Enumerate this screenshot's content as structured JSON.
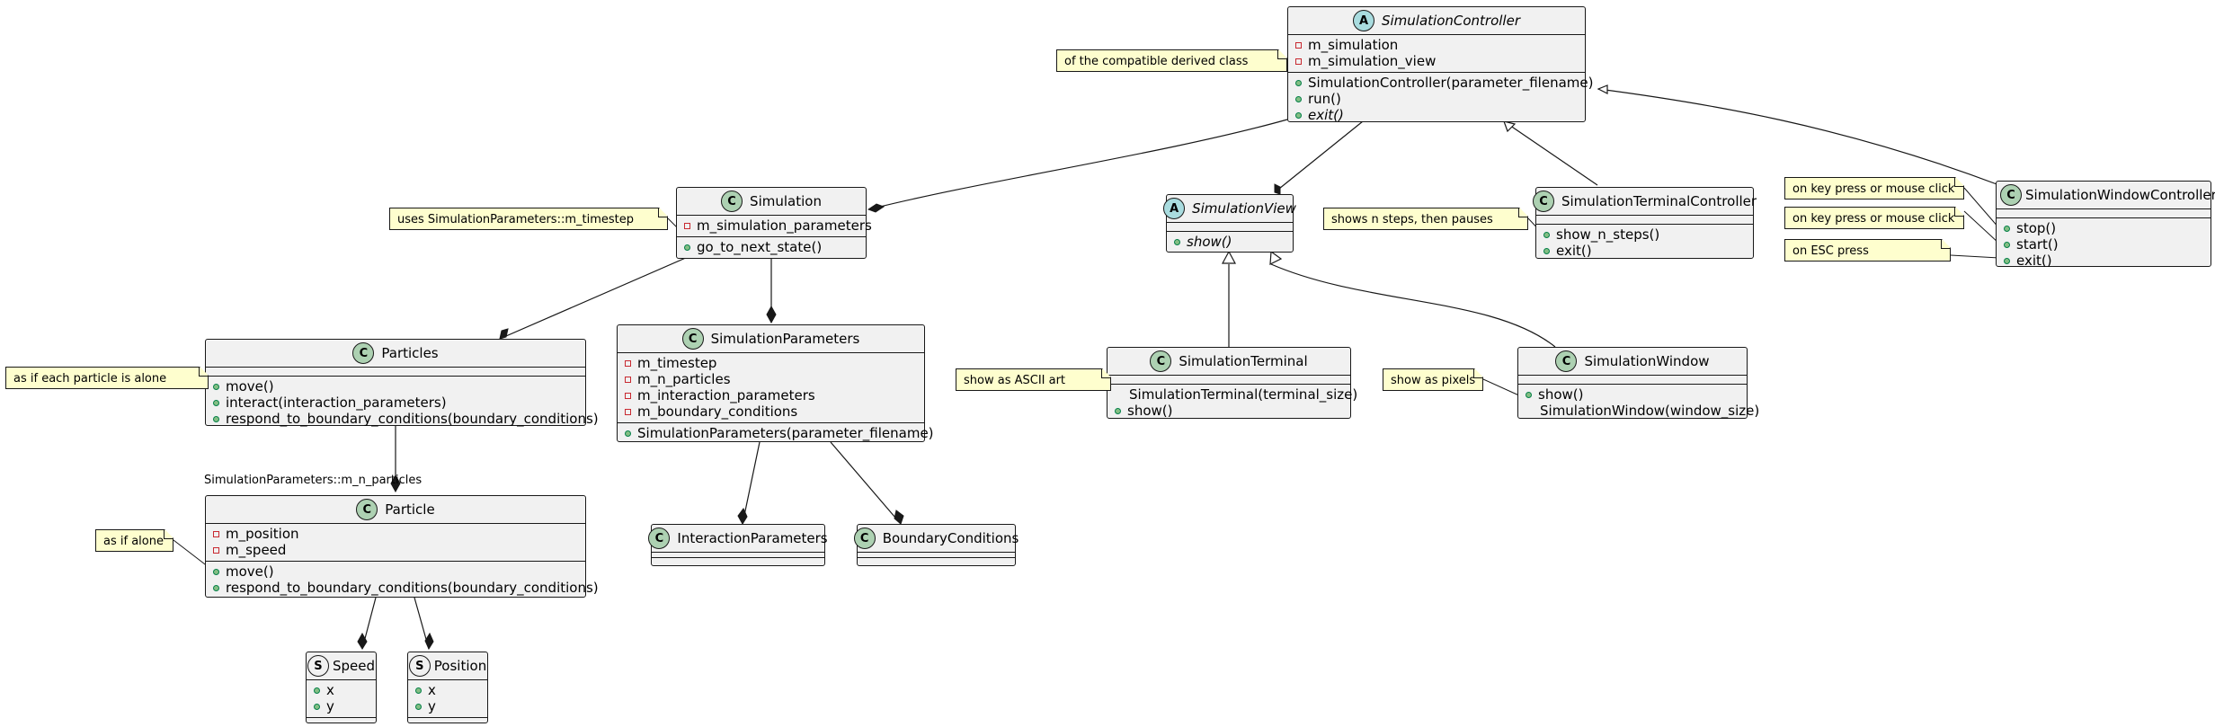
{
  "classes": {
    "simulation_controller": {
      "name": "SimulationController",
      "badge": "A",
      "fields": [
        "m_simulation",
        "m_simulation_view"
      ],
      "methods": [
        "SimulationController(parameter_filename)",
        "run()",
        "exit()"
      ]
    },
    "simulation": {
      "name": "Simulation",
      "badge": "C",
      "fields": [
        "m_simulation_parameters"
      ],
      "methods": [
        "go_to_next_state()"
      ]
    },
    "simulation_view": {
      "name": "SimulationView",
      "badge": "A",
      "methods": [
        "show()"
      ]
    },
    "simulation_terminal_controller": {
      "name": "SimulationTerminalController",
      "badge": "C",
      "methods": [
        "show_n_steps()",
        "exit()"
      ]
    },
    "simulation_window_controller": {
      "name": "SimulationWindowController",
      "badge": "C",
      "methods": [
        "stop()",
        "start()",
        "exit()"
      ]
    },
    "particles": {
      "name": "Particles",
      "badge": "C",
      "methods": [
        "move()",
        "interact(interaction_parameters)",
        "respond_to_boundary_conditions(boundary_conditions)"
      ]
    },
    "simulation_parameters": {
      "name": "SimulationParameters",
      "badge": "C",
      "fields": [
        "m_timestep",
        "m_n_particles",
        "m_interaction_parameters",
        "m_boundary_conditions"
      ],
      "methods": [
        "SimulationParameters(parameter_filename)"
      ]
    },
    "simulation_terminal": {
      "name": "SimulationTerminal",
      "badge": "C",
      "methods": [
        "SimulationTerminal(terminal_size)",
        "show()"
      ]
    },
    "simulation_window": {
      "name": "SimulationWindow",
      "badge": "C",
      "methods": [
        "show()",
        "SimulationWindow(window_size)"
      ]
    },
    "particle": {
      "name": "Particle",
      "badge": "C",
      "fields": [
        "m_position",
        "m_speed"
      ],
      "methods": [
        "move()",
        "respond_to_boundary_conditions(boundary_conditions)"
      ]
    },
    "interaction_parameters": {
      "name": "InteractionParameters",
      "badge": "C"
    },
    "boundary_conditions": {
      "name": "BoundaryConditions",
      "badge": "C"
    },
    "speed": {
      "name": "Speed",
      "badge": "S",
      "fields": [
        "x",
        "y"
      ]
    },
    "position": {
      "name": "Position",
      "badge": "S",
      "fields": [
        "x",
        "y"
      ]
    }
  },
  "notes": {
    "derived_class": "of the compatible derived class",
    "timestep": "uses SimulationParameters::m_timestep",
    "n_steps": "shows n steps, then pauses",
    "stop": "on key press or mouse click",
    "start": "on key press or mouse click",
    "exit": "on ESC press",
    "each_particle": "as if each particle is alone",
    "ascii_art": "show as ASCII art",
    "pixels": "show as pixels",
    "alone": "as if alone"
  },
  "labels": {
    "multiplicity": "SimulationParameters::m_n_particles"
  },
  "colors": {
    "class_bg": "#f1f1f1",
    "border": "#181818",
    "class_badge": "#add1b2",
    "abstract_badge": "#a9dcdf",
    "note_bg": "#fefece",
    "private_marker": "#c82930",
    "public_marker": "#84be84"
  }
}
